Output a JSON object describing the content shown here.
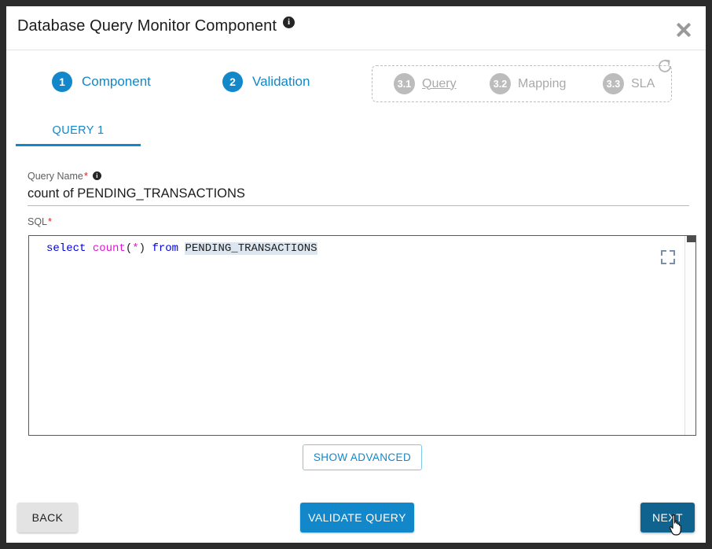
{
  "dialog": {
    "title": "Database Query Monitor Component",
    "title_info_icon": "info-icon",
    "close_icon": "close-icon"
  },
  "stepper": {
    "steps": [
      {
        "number": "1",
        "label": "Component",
        "state": "active"
      },
      {
        "number": "2",
        "label": "Validation",
        "state": "active"
      }
    ],
    "substeps": [
      {
        "number": "3.1",
        "label": "Query",
        "state": "disabled",
        "underlined": true
      },
      {
        "number": "3.2",
        "label": "Mapping",
        "state": "disabled",
        "underlined": false
      },
      {
        "number": "3.3",
        "label": "SLA",
        "state": "disabled",
        "underlined": false
      }
    ],
    "refresh_icon": "refresh-icon"
  },
  "tabs": [
    {
      "label": "QUERY 1",
      "selected": true
    }
  ],
  "form": {
    "query_name": {
      "label": "Query Name",
      "required_mark": "*",
      "info_icon": "info-icon",
      "value": "count of PENDING_TRANSACTIONS",
      "placeholder": "Query Name"
    },
    "sql": {
      "label": "SQL",
      "required_mark": "*",
      "value": "select count(*) from PENDING_TRANSACTIONS",
      "tokens": [
        {
          "text": "select",
          "type": "keyword"
        },
        {
          "text": " ",
          "type": "plain"
        },
        {
          "text": "count",
          "type": "function"
        },
        {
          "text": "(",
          "type": "punct"
        },
        {
          "text": "*",
          "type": "star"
        },
        {
          "text": ")",
          "type": "punct"
        },
        {
          "text": " ",
          "type": "plain"
        },
        {
          "text": "from",
          "type": "keyword"
        },
        {
          "text": " ",
          "type": "plain"
        },
        {
          "text": "PENDING_TRANSACTIONS",
          "type": "selected"
        }
      ],
      "expand_icon": "fullscreen-icon",
      "scrollbar": "vertical-scrollbar"
    }
  },
  "buttons": {
    "show_advanced": "SHOW ADVANCED",
    "back": "BACK",
    "validate_query": "VALIDATE QUERY",
    "next": "NEXT"
  },
  "colors": {
    "accent_blue": "#1287c9",
    "next_hover_blue": "#11638f",
    "disabled_grey": "#bcbcbc",
    "required_red": "#e02020",
    "keyword_blue": "#0000e0",
    "function_magenta": "#e015d2",
    "selection_bg": "#dbe6f0"
  }
}
